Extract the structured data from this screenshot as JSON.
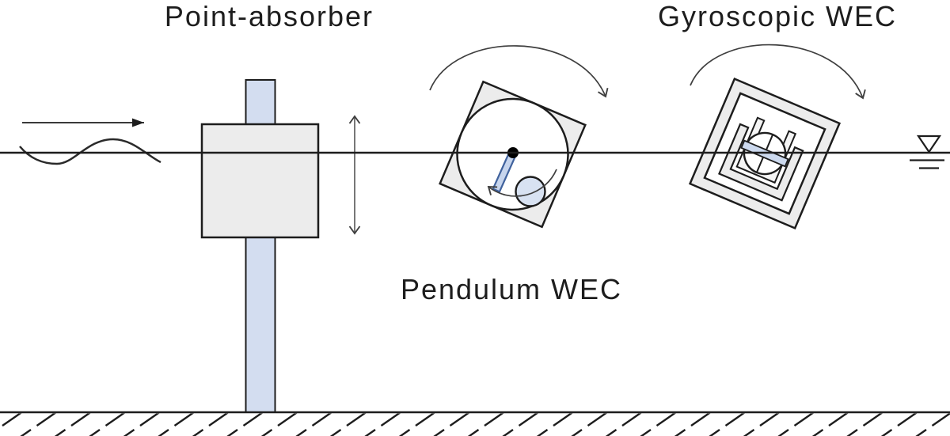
{
  "diagram": {
    "labels": {
      "point_absorber": "Point-absorber",
      "pendulum": "Pendulum WEC",
      "gyroscopic": "Gyroscopic WEC"
    },
    "icons": {
      "wave_direction": "right-arrow-solid-head",
      "heave_motion": "vertical-double-arrow",
      "pitch_motion": "curved-rotation-arrow",
      "pendulum_swing": "curved-swing-arrow",
      "water_level": "nabla-water-level-symbol",
      "seabed": "hatched-ground-line"
    },
    "colors": {
      "outline": "#1d1d1d",
      "arrow_line": "#3f3f3f",
      "hull_gray": "#ececec",
      "inner_frame": "#f5f5f5",
      "white": "#ffffff",
      "pillar_blue": "#d3ddf0",
      "bob_blue": "#d8e2f2",
      "rod_fill_blue": "#c7d5ed",
      "rod_stroke_blue": "#40629d",
      "flywheel_blue": "#ccd9ee",
      "pivot_black": "#000000"
    }
  }
}
